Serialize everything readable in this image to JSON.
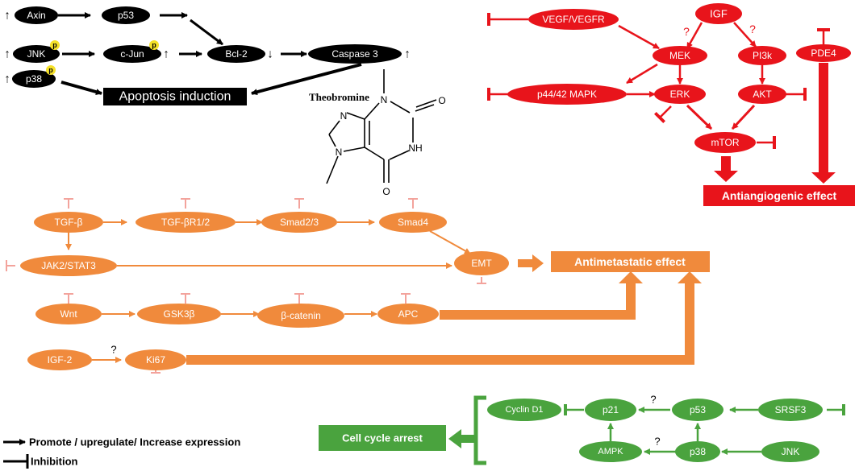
{
  "apoptosis": {
    "axin": "Axin",
    "p53": "p53",
    "jnk": "JNK",
    "cjun": "c-Jun",
    "p38": "p38",
    "bcl2": "Bcl-2",
    "caspase3": "Caspase 3",
    "outcome": "Apoptosis induction",
    "phospho_badge": "p",
    "up_arrow": "↑",
    "down_arrow": "↓"
  },
  "molecule": {
    "name": "Theobromine",
    "atoms": {
      "n": "N",
      "nh": "NH",
      "o": "O"
    }
  },
  "angiogenesis": {
    "vegf": "VEGF/VEGFR",
    "igf": "IGF",
    "mek": "MEK",
    "pi3k": "PI3k",
    "pde4": "PDE4",
    "p4442": "p44/42 MAPK",
    "erk": "ERK",
    "akt": "AKT",
    "mtor": "mTOR",
    "outcome": "Antiangiogenic effect",
    "unknown": "?"
  },
  "metastasis": {
    "tgfb": "TGF-β",
    "tgfbr": "TGF-βR1/2",
    "smad23": "Smad2/3",
    "smad4": "Smad4",
    "jak2": "JAK2/STAT3",
    "emt": "EMT",
    "wnt": "Wnt",
    "gsk3b": "GSK3β",
    "bcat": "β-catenin",
    "apc": "APC",
    "igf2": "IGF-2",
    "ki67": "Ki67",
    "outcome": "Antimetastatic effect",
    "unknown": "?"
  },
  "cellcycle": {
    "cyclind1": "Cyclin D1",
    "p21": "p21",
    "p53": "p53",
    "srsf3": "SRSF3",
    "ampk": "AMPK",
    "p38": "p38",
    "jnk": "JNK",
    "outcome": "Cell cycle arrest",
    "unknown": "?"
  },
  "legend": {
    "promote": "Promote / upregulate/ Increase expression",
    "inhibit": "Inhibition"
  },
  "colors": {
    "apoptosis": "#000000",
    "angiogenesis": "#e8141b",
    "metastasis": "#f08a3c",
    "inhibit_mark": "#f3a39c",
    "cellcycle": "#4aa33e",
    "badge": "#f5e12a"
  }
}
